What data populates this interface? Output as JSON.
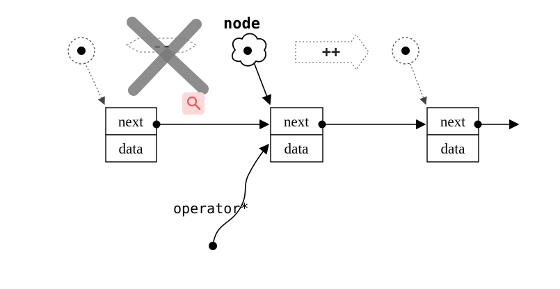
{
  "labels": {
    "node": "node",
    "operator": "operator*",
    "decrement": "--",
    "increment": "++"
  },
  "nodes": [
    {
      "next": "next",
      "data": "data"
    },
    {
      "next": "next",
      "data": "data"
    },
    {
      "next": "next",
      "data": "data"
    }
  ],
  "colors": {
    "line": "#000000",
    "cross": "#7a7a7a",
    "magnifier": "#e85a5a"
  },
  "icons": [
    "pointer-circle-icon",
    "cloud-pointer-icon",
    "cross-out-icon",
    "magnifier-icon"
  ]
}
